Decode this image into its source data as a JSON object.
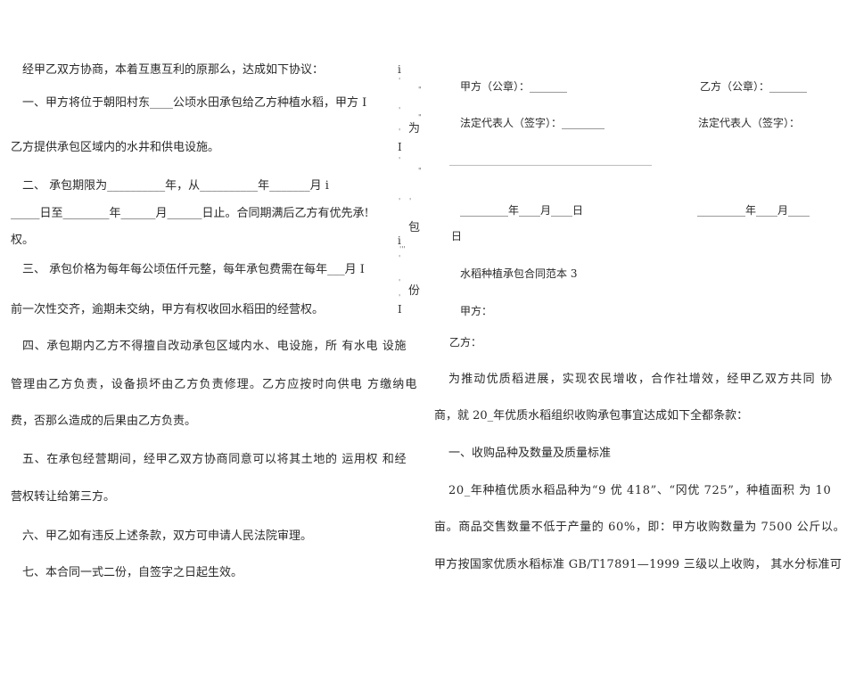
{
  "left_page": {
    "lines": [
      "经甲乙双方协商，本着互惠互利的原那么，达成如下协议：",
      "一、甲方将位于朝阳村东____公顷水田承包给乙方种植水稻，甲方 I",
      "乙方提供承包区域内的水井和供电设施。",
      "二、   承包期限为__________年，从__________年_______月  i",
      "_____日至________年______月______日止。合同期满后乙方有优先承!",
      "权。",
      "三、 承包价格为每年每公顷伍仟元整，每年承包费需在每年___月 I",
      "前一次性交齐，逾期未交纳，甲方有权收回水稻田的经营权。",
      "四、承包期内乙方不得擅自改动承包区域内水、电设施，所 有水电 设施",
      "管理由乙方负责，设备损坏由乙方负责修理。乙方应按时向供电 方缴纳电",
      "费，否那么造成的后果由乙方负责。",
      "五、在承包经营期间，经甲乙双方协商同意可以将其土地的 运用权 和经",
      "营权转让给第三方。",
      "六、甲乙如有违反上述条款，双方可申请人民法院审理。",
      "七、本合同一式二份，自签字之日起生效。"
    ],
    "margin_marks": [
      "i",
      "为",
      "I",
      "包",
      "i",
      "份",
      "I"
    ]
  },
  "right_page": {
    "party_a_seal": "甲方（公章）：_______",
    "party_b_seal": "乙方（公章）：_______",
    "party_a_rep": "法定代表人（签字）：________",
    "party_b_rep": "法定代表人（签字）：",
    "party_a_date": "_________年____月____日",
    "party_b_date": "_________年____月____",
    "party_b_date_day": "日",
    "title": "水稻种植承包合同范本 3",
    "party_a_label": "甲方：",
    "party_b_label": "乙方：",
    "lines": [
      "为推动优质稻进展，实现农民增收，合作社增效，经甲乙双方共同  协",
      "商，就 20_年优质水稻组织收购承包事宜达成如下全都条款：",
      "一、收购品种及数量及质量标准",
      "20_年种植优质水稻品种为“9 优 418”、“冈优 725”，种植面积  为 10",
      "亩。商品交售数量不低于产量的 60%，即：甲方收购数量为 7500  公斤以。",
      "甲方按国家优质水稻标准 GB/T17891—1999 三级以上收购，  其水分标准可"
    ]
  }
}
